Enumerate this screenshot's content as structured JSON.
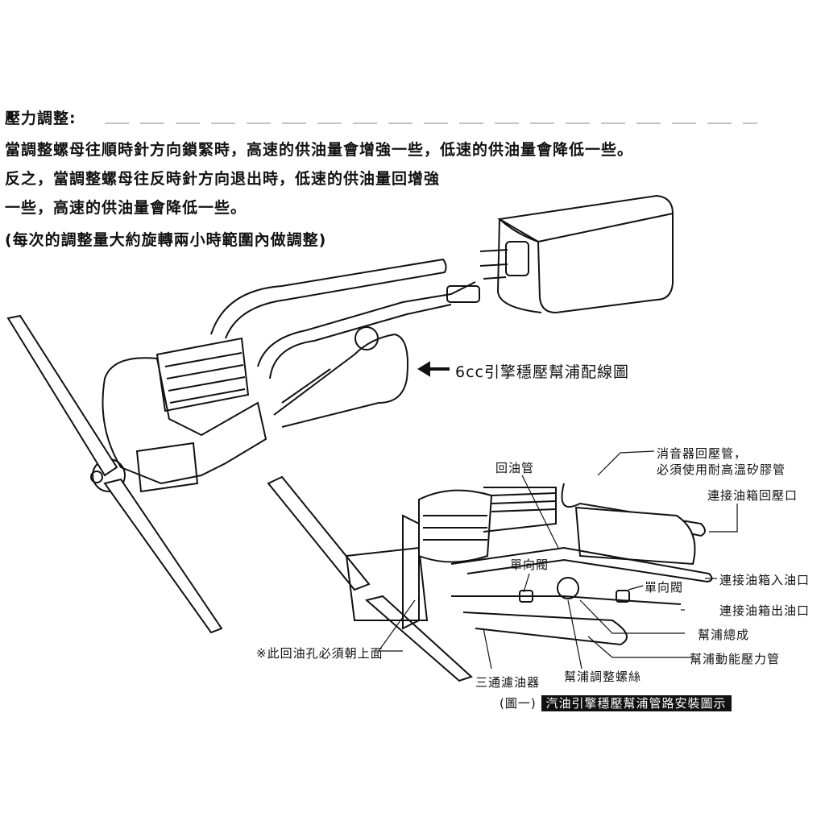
{
  "instructions": {
    "heading": "壓力調整:",
    "line1": "當調整螺母往順時針方向鎖緊時，高速的供油量會增強一些，低速的供油量會降低一些。",
    "line2": "反之，當調整螺母往反時針方向退出時，低速的供油量回增強",
    "line3": "一些，高速的供油量會降低一些。",
    "line4": "(每次的調整量大約旋轉兩小時範圍內做調整)"
  },
  "wiring_diagram": {
    "title": "6cc引擎穩壓幫浦配線圖"
  },
  "install_diagram": {
    "labels": {
      "return_pipe": "回油管",
      "muffler_pipe_1": "消音器回壓管，",
      "muffler_pipe_2": "必須使用耐高溫矽膠管",
      "tank_return": "連接油箱回壓口",
      "check_valve_1": "單向閥",
      "check_valve_2": "單向閥",
      "tank_inlet": "連接油箱入油口",
      "tank_outlet": "連接油箱出油口",
      "pump_assembly": "幫浦總成",
      "pump_pressure_pipe": "幫浦動能壓力管",
      "return_hole_note": "※此回油孔必須朝上面",
      "three_way_filter": "三通濾油器",
      "pump_adjust_screw": "幫浦調整螺絲"
    },
    "caption_prefix": "(圖一)",
    "caption": "汽油引擎穩壓幫浦管路安裝圖示"
  }
}
